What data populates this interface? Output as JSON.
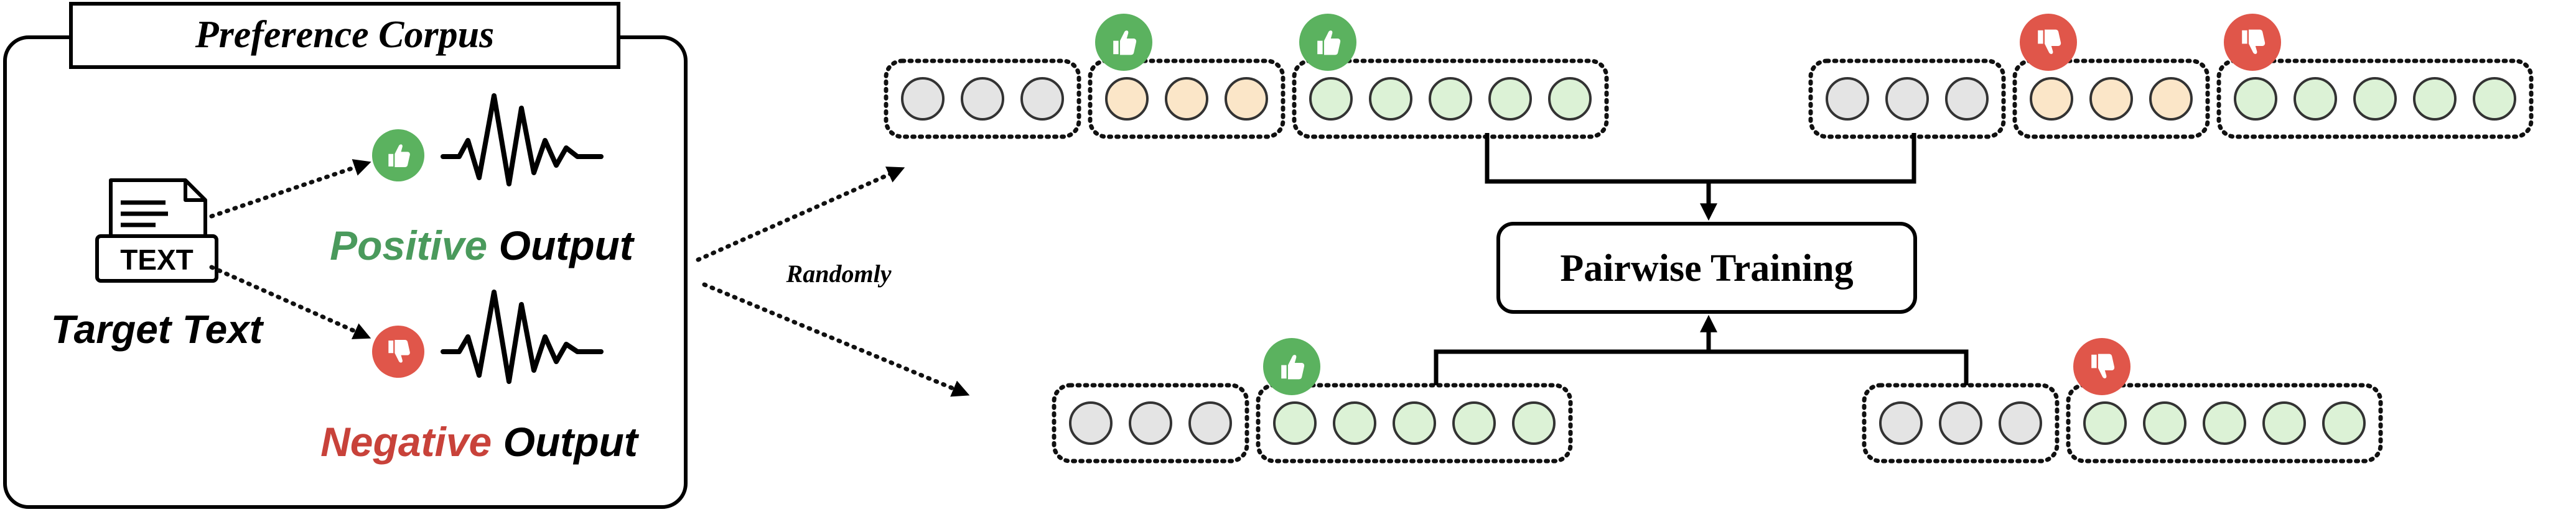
{
  "corpus_title": "Preference Corpus",
  "doc_icon_text": "TEXT",
  "target_label": "Target Text",
  "positive": {
    "word": "Positive",
    "suffix": " Output"
  },
  "negative": {
    "word": "Negative",
    "suffix": " Output"
  },
  "randomly_label": "Randomly",
  "training_label": "Pairwise Training",
  "colors": {
    "positive": "#4a9a5c",
    "negative": "#c8423a",
    "thumb_up_bg": "#5bb25f",
    "thumb_down_bg": "#e0564a",
    "cell_gray": "#e4e4e4",
    "cell_orange": "#fbe6c8",
    "cell_green": "#dcf2d6"
  },
  "icons": [
    "document-text-icon",
    "thumbs-up-icon",
    "thumbs-down-icon",
    "waveform-icon",
    "arrow-icon"
  ],
  "sequences": {
    "top_positive": {
      "groups": [
        {
          "color": "gray",
          "count": 3
        },
        {
          "color": "orange",
          "count": 3,
          "mark": "up"
        },
        {
          "color": "green",
          "count": 5,
          "mark": "up"
        }
      ]
    },
    "top_negative": {
      "groups": [
        {
          "color": "gray",
          "count": 3
        },
        {
          "color": "orange",
          "count": 3,
          "mark": "down"
        },
        {
          "color": "green",
          "count": 5,
          "mark": "down"
        }
      ]
    },
    "bottom_positive": {
      "groups": [
        {
          "color": "gray",
          "count": 3
        },
        {
          "color": "green",
          "count": 5,
          "mark": "up"
        }
      ]
    },
    "bottom_negative": {
      "groups": [
        {
          "color": "gray",
          "count": 3
        },
        {
          "color": "green",
          "count": 5,
          "mark": "down"
        }
      ]
    }
  }
}
